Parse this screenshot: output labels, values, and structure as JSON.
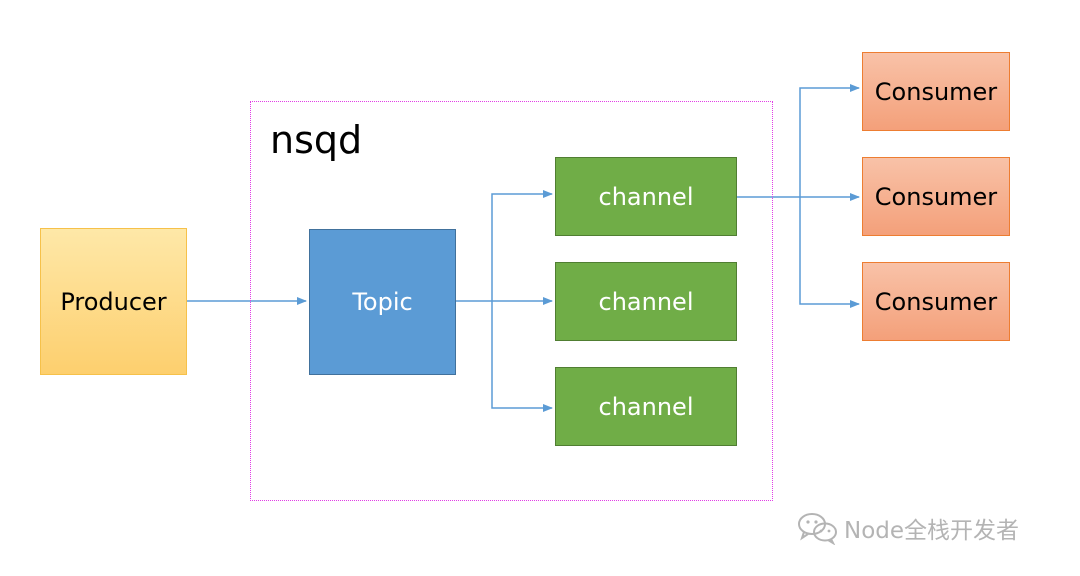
{
  "container": {
    "label": "nsqd"
  },
  "producer": {
    "label": "Producer"
  },
  "topic": {
    "label": "Topic"
  },
  "channels": [
    {
      "label": "channel"
    },
    {
      "label": "channel"
    },
    {
      "label": "channel"
    }
  ],
  "consumers": [
    {
      "label": "Consumer"
    },
    {
      "label": "Consumer"
    },
    {
      "label": "Consumer"
    }
  ],
  "watermark": {
    "text": "Node全栈开发者",
    "icon": "wechat-icon"
  },
  "colors": {
    "arrow": "#5b9bd5",
    "producer": "#fdd77f",
    "topic": "#5b9bd5",
    "channel": "#70ad47",
    "consumer": "#f4b183",
    "container_border": "#e23de6"
  }
}
